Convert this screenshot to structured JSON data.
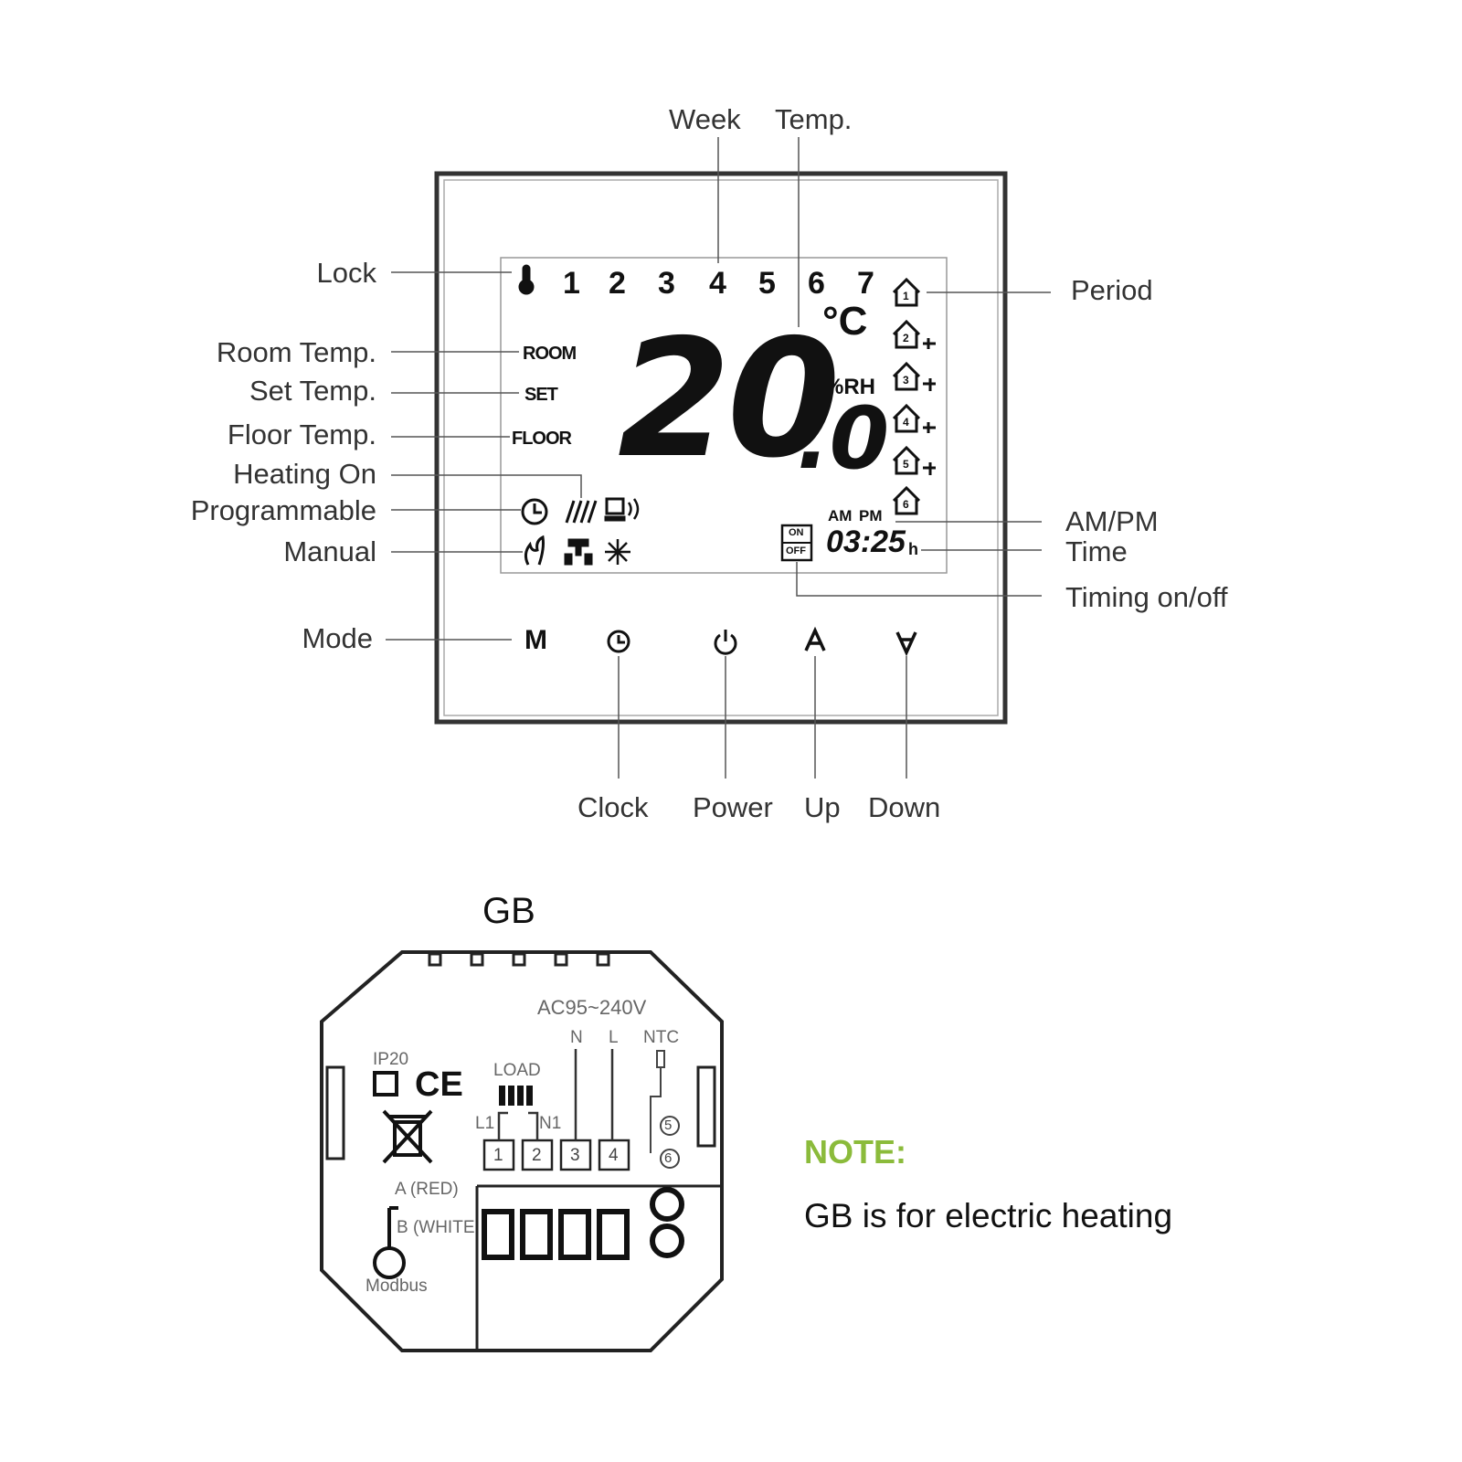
{
  "labels": {
    "week": "Week",
    "temp": "Temp.",
    "lock": "Lock",
    "room_temp": "Room Temp.",
    "set_temp": "Set Temp.",
    "floor_temp": "Floor Temp.",
    "heating_on": "Heating On",
    "programmable": "Programmable",
    "manual": "Manual",
    "mode": "Mode",
    "period": "Period",
    "am_pm": "AM/PM",
    "time": "Time",
    "timing_on_off": "Timing on/off",
    "clock": "Clock",
    "power": "Power",
    "up": "Up",
    "down": "Down"
  },
  "lcd": {
    "days": [
      "1",
      "2",
      "3",
      "4",
      "5",
      "6",
      "7"
    ],
    "unit_c": "°C",
    "unit_rh": "%RH",
    "temperature_int": "20",
    "temperature_dec": ".0",
    "room": "ROOM",
    "set": "SET",
    "floor": "FLOOR",
    "am": "AM",
    "pm": "PM",
    "clock_time": "03:25",
    "clock_suffix": "h",
    "timer_on": "ON",
    "timer_off": "OFF",
    "periods": [
      "1",
      "2",
      "3",
      "4",
      "5",
      "6"
    ]
  },
  "buttons": {
    "mode": "M"
  },
  "wiring": {
    "title": "GB",
    "voltage": "AC95~240V",
    "n": "N",
    "l": "L",
    "ntc": "NTC",
    "ip": "IP20",
    "load": "LOAD",
    "l1": "L1",
    "n1": "N1",
    "terminals": [
      "1",
      "2",
      "3",
      "4"
    ],
    "ntc_terminals": [
      "5",
      "6"
    ],
    "a_red": "A (RED)",
    "b_white": "B (WHITE",
    "modbus": "Modbus"
  },
  "note": {
    "title": "NOTE:",
    "text": "GB is for electric heating"
  },
  "colors": {
    "line": "#555555",
    "text": "#333333",
    "note_title": "#8bbb3b"
  }
}
